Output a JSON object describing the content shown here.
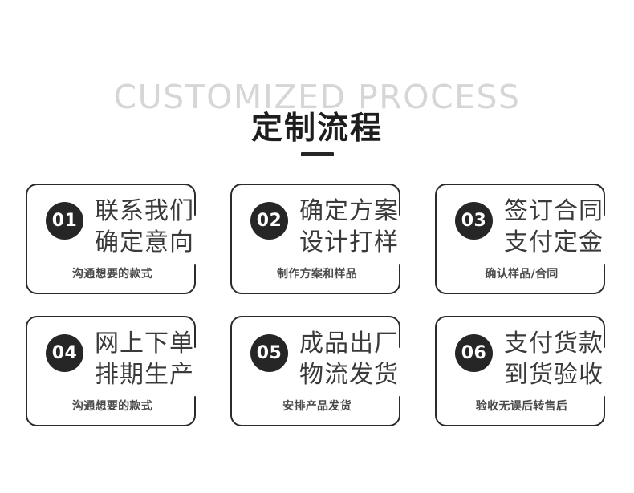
{
  "header": {
    "eyebrow": "CUSTOMIZED PROCESS",
    "title": "定制流程",
    "rule": "title-underline-bar"
  },
  "colors": {
    "eyebrow": "#d6d6d6",
    "title": "#1d1d1d",
    "badge_bg": "#262626",
    "badge_text": "#ffffff",
    "card_border": "#2b2b2b",
    "card_line_text": "#3a3a3a",
    "card_subtitle": "#4a4a4a",
    "page_bg": "#ffffff"
  },
  "cards": [
    {
      "number": "01",
      "line1": "联系我们",
      "line2": "确定意向",
      "subtitle": "沟通想要的款式"
    },
    {
      "number": "02",
      "line1": "确定方案",
      "line2": "设计打样",
      "subtitle": "制作方案和样品"
    },
    {
      "number": "03",
      "line1": "签订合同",
      "line2": "支付定金",
      "subtitle": "确认样品/合同"
    },
    {
      "number": "04",
      "line1": "网上下单",
      "line2": "排期生产",
      "subtitle": "沟通想要的款式"
    },
    {
      "number": "05",
      "line1": "成品出厂",
      "line2": "物流发货",
      "subtitle": "安排产品发货"
    },
    {
      "number": "06",
      "line1": "支付货款",
      "line2": "到货验收",
      "subtitle": "验收无误后转售后"
    }
  ]
}
